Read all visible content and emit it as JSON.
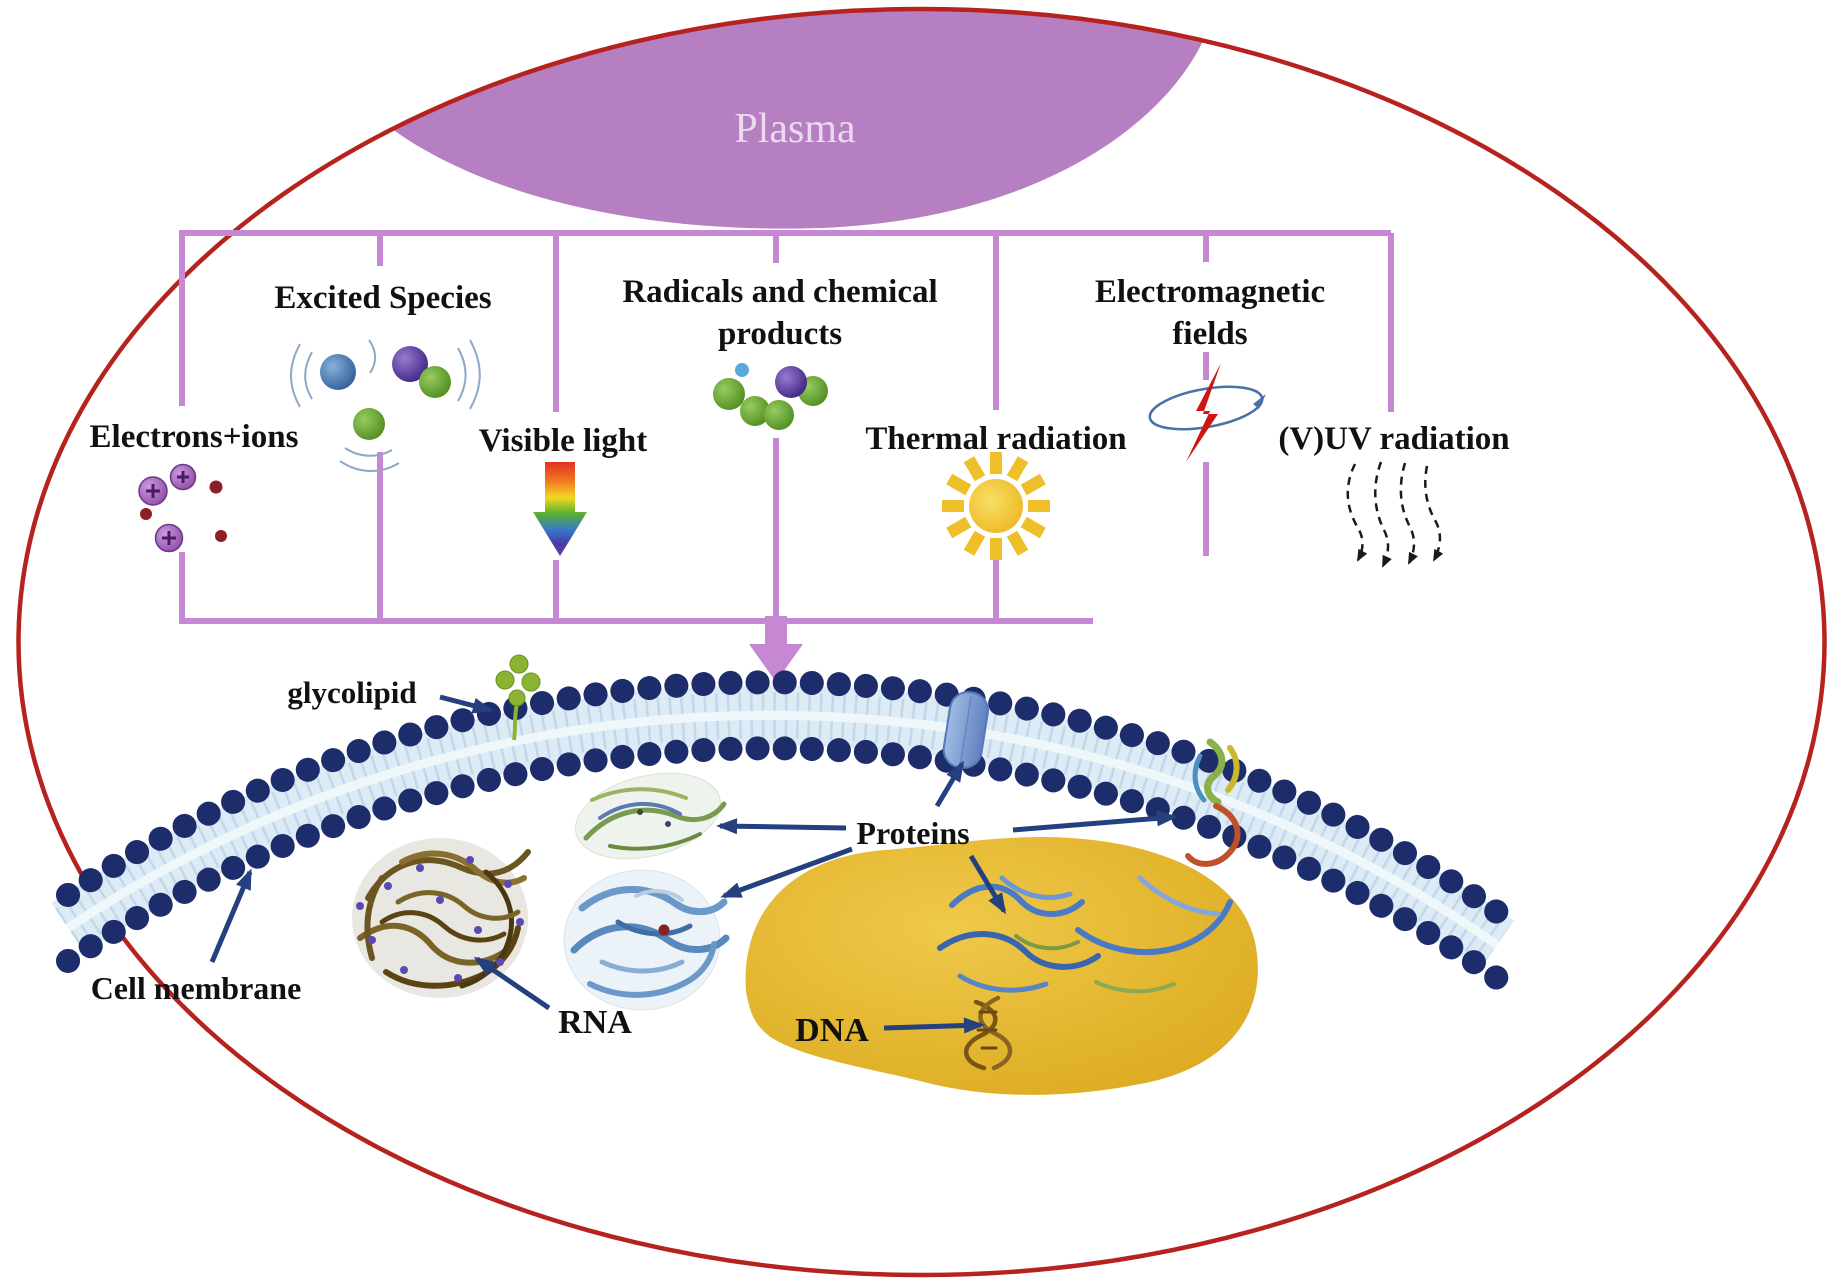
{
  "figure": {
    "plasma": "Plasma",
    "outputs": {
      "electrons_ions": "Electrons+ions",
      "excited_species": "Excited Species",
      "visible_light": "Visible light",
      "radicals_line1": "Radicals and chemical",
      "radicals_line2": "products",
      "thermal_radiation": "Thermal radiation",
      "em_line1": "Electromagnetic",
      "em_line2": "fields",
      "vuv_radiation": "(V)UV radiation"
    },
    "cell": {
      "glycolipid": "glycolipid",
      "proteins": "Proteins",
      "cell_membrane": "Cell membrane",
      "rna": "RNA",
      "dna": "DNA"
    },
    "colors": {
      "cell_outline": "#b6231e",
      "plasma_fill": "#b57fc2",
      "connectors": "#c688d2",
      "membrane_heads": "#1d2d6b",
      "nucleus": "#e2b32a",
      "label_arrows": "#24407e",
      "sun": "#eebf28",
      "lightning": "#cf1616",
      "text": "#111111"
    }
  }
}
